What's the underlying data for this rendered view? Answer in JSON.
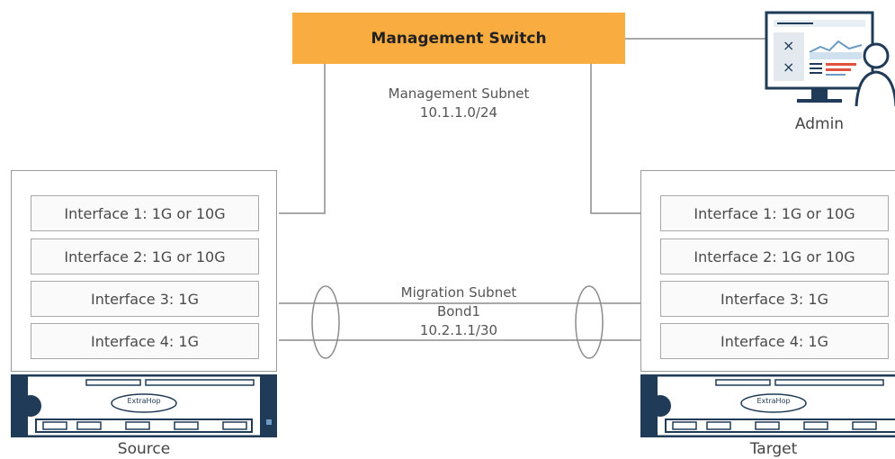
{
  "switch": {
    "label": "Management Switch",
    "color": "#f9ac3f"
  },
  "management_subnet": {
    "name": "Management Subnet",
    "cidr": "10.1.1.0/24"
  },
  "migration_subnet": {
    "name": "Migration Subnet",
    "bond": "Bond1",
    "cidr": "10.2.1.1/30"
  },
  "admin": {
    "label": "Admin",
    "icon": "admin-workstation-icon"
  },
  "source": {
    "caption": "Source",
    "interfaces": [
      "Interface 1: 1G or 10G",
      "Interface 2: 1G or 10G",
      "Interface 3: 1G",
      "Interface 4: 1G"
    ],
    "brand": "ExtraHop"
  },
  "target": {
    "caption": "Target",
    "interfaces": [
      "Interface 1: 1G or 10G",
      "Interface 2: 1G or 10G",
      "Interface 3: 1G",
      "Interface 4: 1G"
    ],
    "brand": "ExtraHop"
  },
  "colors": {
    "accent": "#f9ac3f",
    "line": "#8c8c8c",
    "chassis": "#1f3b57",
    "chassis_light": "#6d9bc5"
  }
}
